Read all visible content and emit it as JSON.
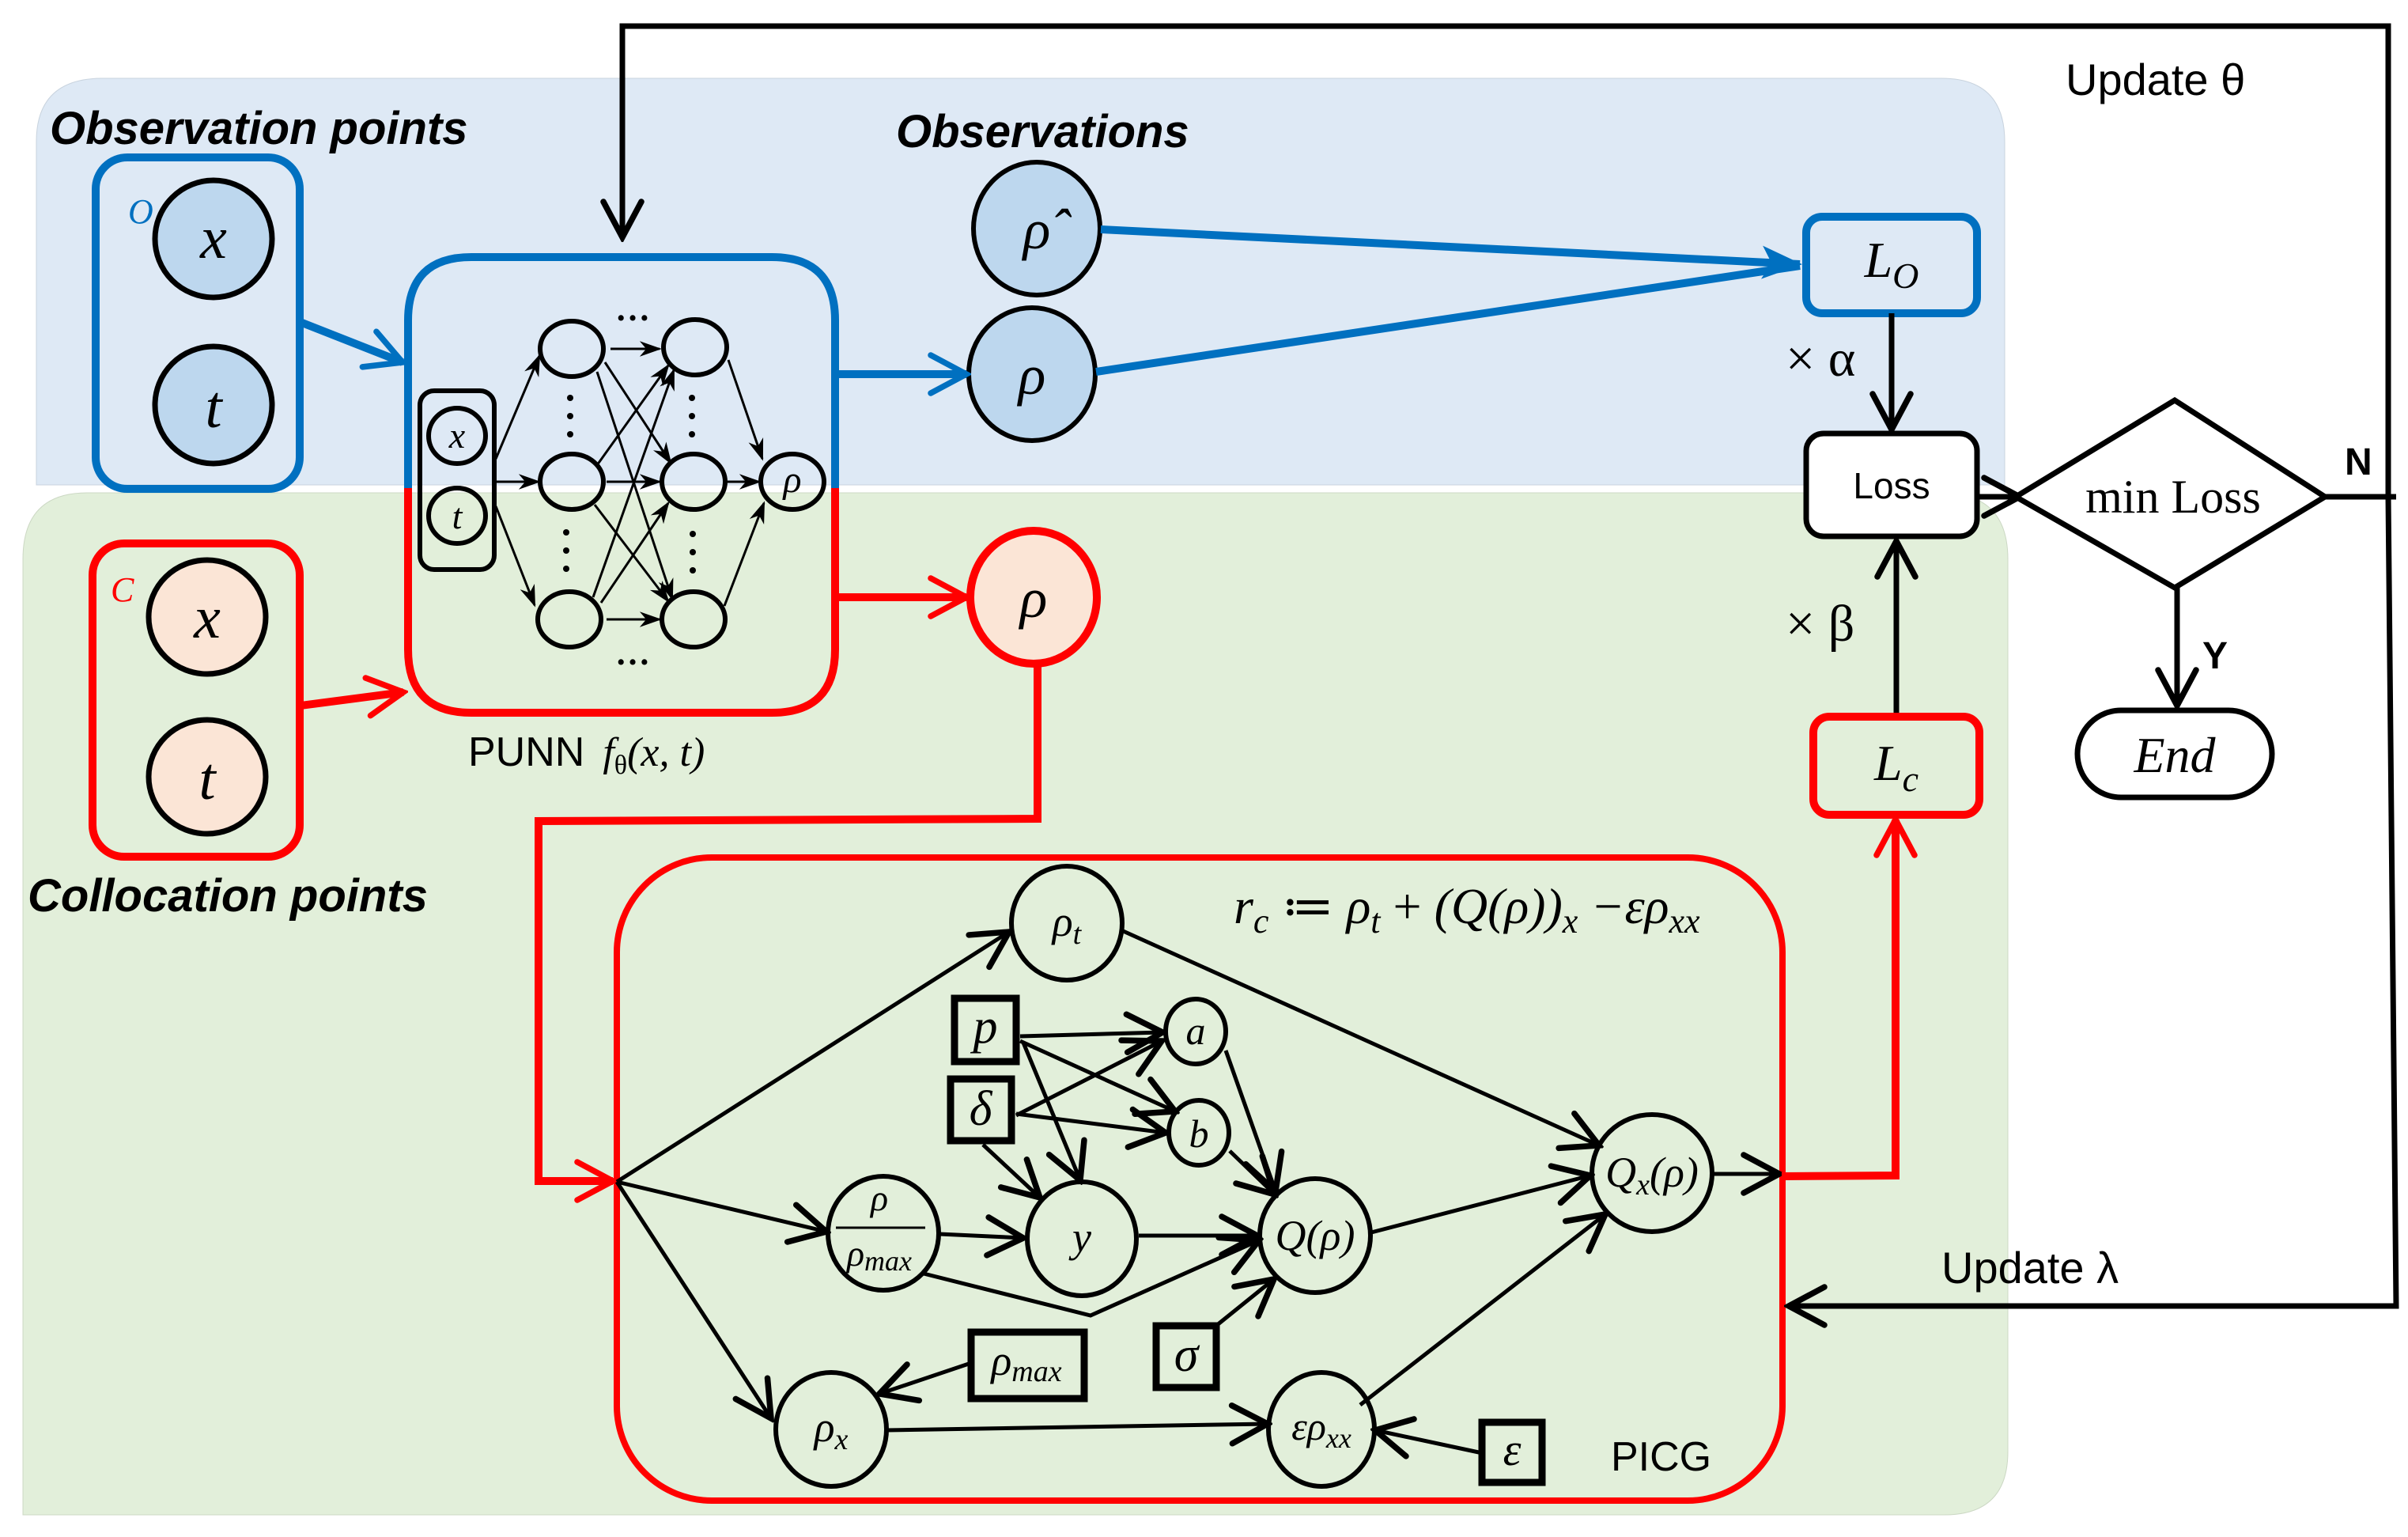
{
  "colors": {
    "observation_panel": "#DEE9F5",
    "collocation_panel": "#E2EFDA",
    "observation_stroke": "#0070C0",
    "collocation_stroke": "#FF0000",
    "observation_node_fill": "#BDD7EE",
    "collocation_node_fill": "#FBE5D6"
  },
  "observation": {
    "title": "Observation points",
    "set_label": "O",
    "inputs": [
      "x",
      "t"
    ],
    "observations_title": "Observations",
    "rho_hat": "ρ̂",
    "rho": "ρ"
  },
  "collocation": {
    "title": "Collocation points",
    "set_label": "C",
    "inputs": [
      "x",
      "t"
    ],
    "rho": "ρ"
  },
  "punn": {
    "label_prefix": "PUNN",
    "label_func": "f",
    "label_sub": "θ",
    "label_args": "(x, t)",
    "inputs": [
      "x",
      "t"
    ],
    "output": "ρ",
    "ellipsis": "…"
  },
  "picg": {
    "label": "PICG",
    "formula": {
      "lhs": "r",
      "lhs_sub": "c",
      "op": " ≔ ",
      "t1": "ρ",
      "t1_sub": "t",
      "plus": " + ",
      "t2": "(Q(ρ))",
      "t2_sub": "x",
      "minus": " −ερ",
      "t3_sub": "xx"
    },
    "nodes": {
      "rho_t": {
        "main": "ρ",
        "sub": "t"
      },
      "a": "a",
      "b": "b",
      "p": "p",
      "delta": "δ",
      "ratio_num": "ρ",
      "ratio_den": "ρ",
      "ratio_den_sub": "max",
      "y": "y",
      "Q": "Q(ρ)",
      "Qx": {
        "main": "Q",
        "sub": "x",
        "rest": "(ρ)"
      },
      "sigma": "σ",
      "rho_max": {
        "main": "ρ",
        "sub": "max"
      },
      "rho_x": {
        "main": "ρ",
        "sub": "x"
      },
      "eps_rho_xx": {
        "main": "ερ",
        "sub": "xx"
      },
      "epsilon": "ε"
    }
  },
  "losses": {
    "L_O": {
      "main": "L",
      "sub": "O"
    },
    "L_c": {
      "main": "L",
      "sub": "c"
    },
    "loss": "Loss",
    "alpha": "× α",
    "beta": "× β"
  },
  "decision": {
    "label": "min Loss",
    "no": "N",
    "yes": "Y",
    "end": "End"
  },
  "feedback": {
    "update_theta": "Update θ",
    "update_lambda": "Update λ"
  }
}
